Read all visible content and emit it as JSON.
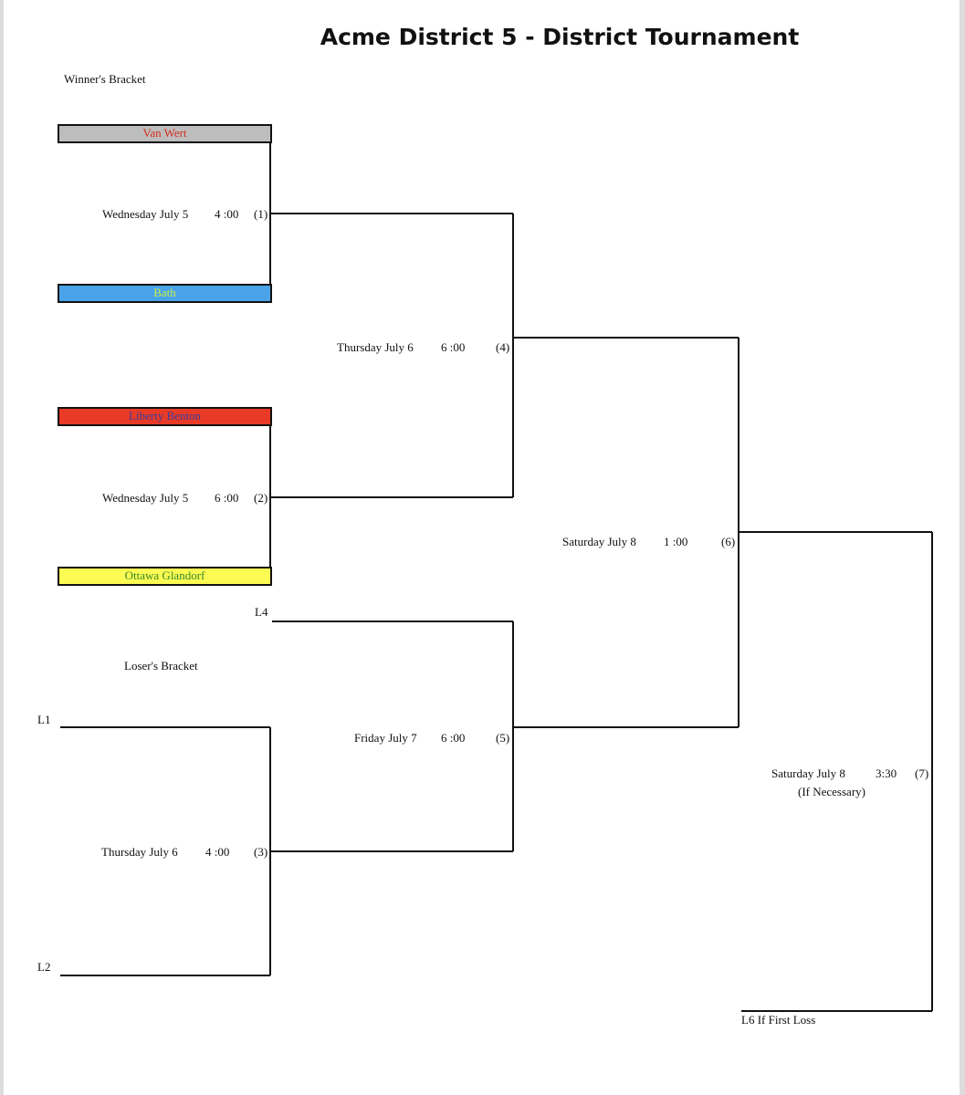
{
  "title": "Acme District 5 - District Tournament",
  "sections": {
    "winners": "Winner's Bracket",
    "losers": "Loser's Bracket"
  },
  "teams": [
    {
      "name": "Van Wert",
      "bg": "#bdbdbd",
      "color": "#d62d20"
    },
    {
      "name": "Bath",
      "bg": "#4aa3e8",
      "color": "#c6f04a"
    },
    {
      "name": "Liberty Benton",
      "bg": "#e83a26",
      "color": "#3a3f9a"
    },
    {
      "name": "Ottawa Glandorf",
      "bg": "#fbfb53",
      "color": "#3a8a2a"
    }
  ],
  "games": [
    {
      "day": "Wednesday July 5",
      "time": "4 :00",
      "num": "(1)"
    },
    {
      "day": "Wednesday July 5",
      "time": "6 :00",
      "num": "(2)"
    },
    {
      "day": "Thursday July 6",
      "time": "4 :00",
      "num": "(3)"
    },
    {
      "day": "Thursday July 6",
      "time": "6 :00",
      "num": "(4)"
    },
    {
      "day": "Friday July 7",
      "time": "6 :00",
      "num": "(5)"
    },
    {
      "day": "Saturday July 8",
      "time": "1 :00",
      "num": "(6)"
    },
    {
      "day": "Saturday July 8",
      "time": "3:30",
      "num": "(7)",
      "note": "(If Necessary)"
    }
  ],
  "slots": {
    "l1": "L1",
    "l2": "L2",
    "l4": "L4",
    "l6": "L6 If First Loss"
  }
}
